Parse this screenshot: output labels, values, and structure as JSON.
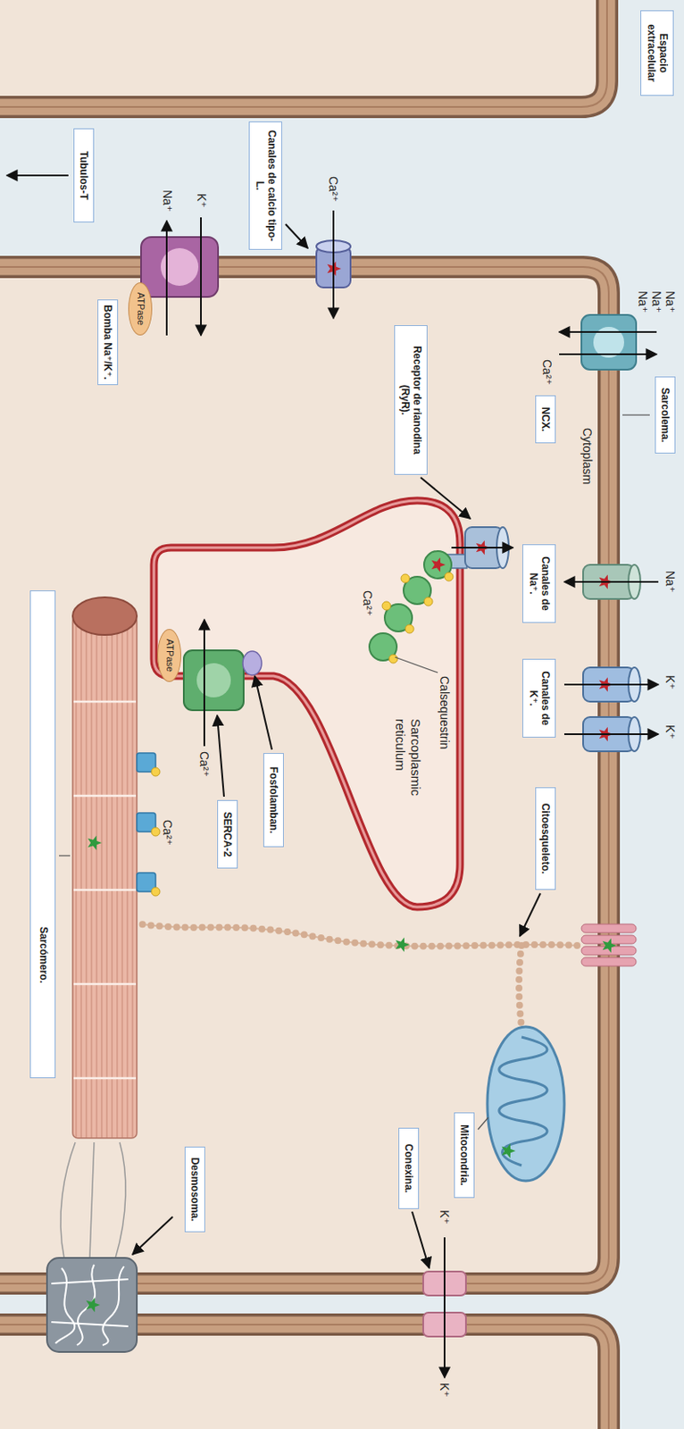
{
  "diagram": {
    "nodes": [
      {
        "text": [
          "Espacio extracelular"
        ]
      },
      {
        "text": [
          "Sarcolema."
        ]
      },
      {
        "text": [
          "NCX."
        ]
      },
      {
        "text": [
          "Canales de Na⁺."
        ]
      },
      {
        "text": [
          "Canales de K⁺."
        ]
      },
      {
        "text": [
          "Citoesqueleto."
        ]
      },
      {
        "text": [
          "Mitocondria."
        ]
      },
      {
        "text": [
          "Receptor de rianodina (RyR)."
        ]
      },
      {
        "text": [
          "Conexina."
        ]
      },
      {
        "text": [
          "Canales de calcio tipo-L."
        ]
      },
      {
        "text": [
          "Fosfolamban."
        ]
      },
      {
        "text": [
          "ATPase"
        ]
      },
      {
        "text": [
          "SERCA-2"
        ]
      },
      {
        "text": [
          "ATPase"
        ]
      },
      {
        "text": [
          "Desmosoma."
        ]
      },
      {
        "text": [
          "Bomba Na⁺/K⁺."
        ]
      },
      {
        "text": [
          "Tubulos-T"
        ]
      },
      {
        "text": [
          "Sarcómero."
        ]
      }
    ],
    "labels": [
      "Na⁺",
      "Na⁺",
      "Na⁺",
      "Ca²⁺",
      "Cytoplasm",
      "Na⁺",
      "K⁺",
      "K⁺",
      "Ca²⁺",
      "Calsequestrin",
      "Ca²⁺",
      "Sarcoplasmic reticulum",
      "K⁺",
      "Na⁺",
      "Ca²⁺",
      "Ca²⁺",
      "K⁺",
      "K⁺"
    ]
  }
}
